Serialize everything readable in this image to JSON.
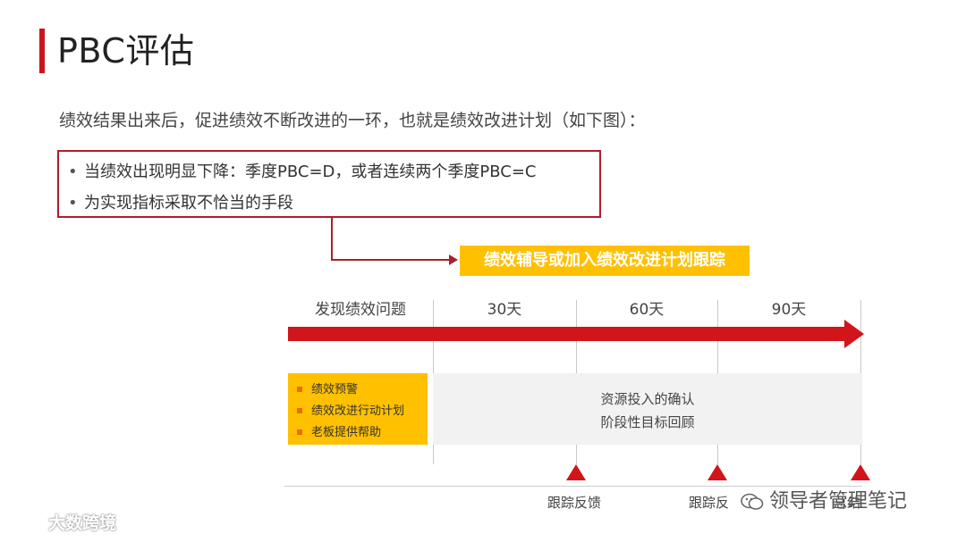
{
  "slide": {
    "title": "PBC评估",
    "intro": "绩效结果出来后，促进绩效不断改进的一环，也就是绩效改进计划（如下图）：",
    "bullets": [
      "当绩效出现明显下降：季度PBC=D，或者连续两个季度PBC=C",
      "为实现指标采取不恰当的手段"
    ],
    "bullet_symbol": "•",
    "callout": "绩效辅导或加入绩效改进计划跟踪"
  },
  "timeline": {
    "labels": [
      "发现绩效问题",
      "30天",
      "60天",
      "90天"
    ],
    "actions": [
      "绩效预警",
      "绩效改进行动计划",
      "老板提供帮助"
    ],
    "ongoing": [
      "资源投入的确认",
      "阶段性目标回顾"
    ],
    "milestones": [
      "跟踪反馈",
      "跟踪反",
      "总结"
    ],
    "colors": {
      "arrow": "#d2141b",
      "actions_bg": "#ffc000",
      "callout_bg": "#ffc000",
      "accent": "#c8161d"
    }
  },
  "watermarks": {
    "right": "领导者管理笔记",
    "left": "大数跨境"
  }
}
